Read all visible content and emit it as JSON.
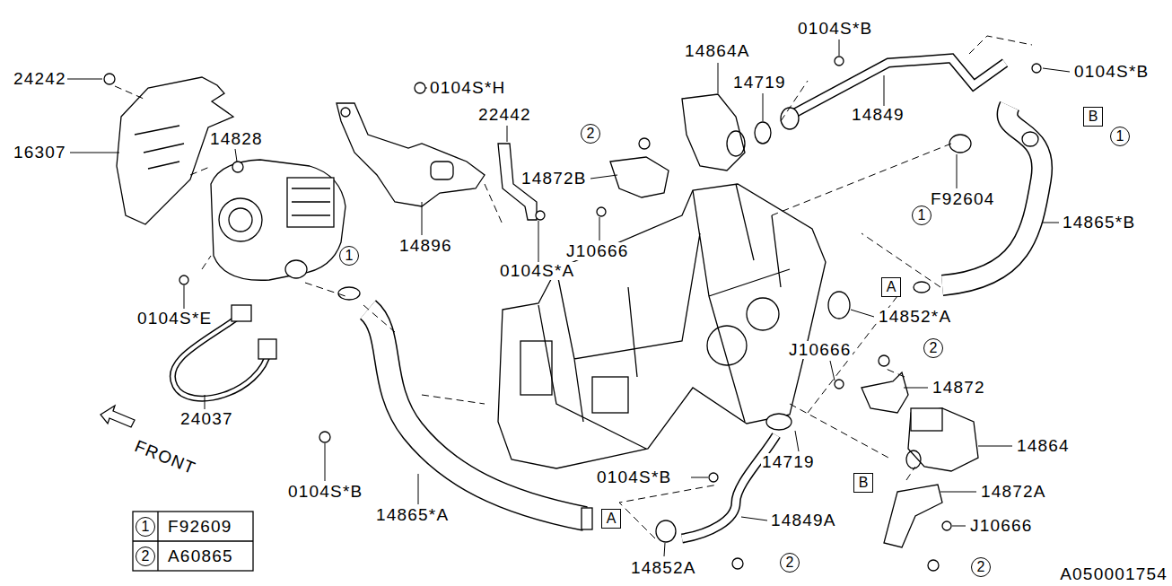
{
  "diagram": {
    "nodes": [
      {
        "text": [
          "2"
        ]
      },
      {
        "text": [
          "1"
        ]
      },
      {
        "text": [
          "B"
        ]
      },
      {
        "text": [
          "A"
        ]
      },
      {
        "text": [
          "1"
        ]
      },
      {
        "text": [
          "1"
        ]
      },
      {
        "text": [
          "2"
        ]
      },
      {
        "text": [
          "B"
        ]
      },
      {
        "text": [
          "A"
        ]
      },
      {
        "text": [
          "2"
        ]
      },
      {
        "text": [
          "2"
        ]
      },
      {
        "text": [
          "1"
        ]
      },
      {
        "text": [
          "2"
        ]
      }
    ],
    "labels": [
      "24242",
      "16307",
      "14828",
      "0104S*H",
      "22442",
      "14896",
      "0104S*A",
      "0104S*E",
      "24037",
      "FRONT",
      "0104S*B",
      "14865*A",
      "14864A",
      "14719",
      "0104S*B",
      "0104S*B",
      "14849",
      "14872B",
      "J10666",
      "F92604",
      "14865*B",
      "14852*A",
      "J10666",
      "14872",
      "14864",
      "14719",
      "0104S*B",
      "14849A",
      "14852A",
      "14872A",
      "J10666",
      "F92609",
      "A60865",
      "A050001754"
    ]
  }
}
